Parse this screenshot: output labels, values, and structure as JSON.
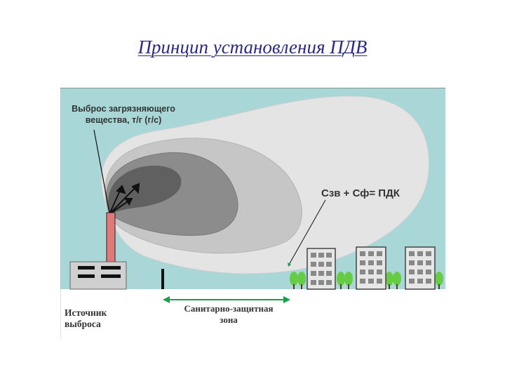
{
  "title": "Принцип установления ПДВ",
  "labels": {
    "emission": "Выброс загрязняющего вещества, т/г (г/с)",
    "formula": "Сзв + Сф= ПДК",
    "source": "Источник выброса",
    "zone": "Санитарно-защитная зона"
  },
  "colors": {
    "sky": "#a9d6d6",
    "ground": "#ffffff",
    "plume_outer": "#e4e4e4",
    "plume_mid": "#c6c6c6",
    "plume_inner": "#8c8c8c",
    "plume_core": "#606060",
    "chimney": "#e07a7a",
    "factory": "#d0d0d0",
    "tree": "#66cc44",
    "building": "#e6e6e6",
    "window": "#888888",
    "arrow_green": "#1aa04a",
    "title": "#2a2a8a"
  }
}
